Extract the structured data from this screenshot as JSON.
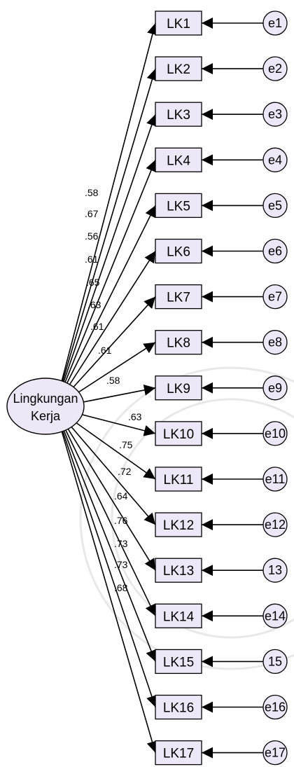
{
  "latent": {
    "line1": "Lingkungan",
    "line2": "Kerja"
  },
  "indicators": [
    {
      "name": "LK1",
      "error": "e1",
      "loading": ".58"
    },
    {
      "name": "LK2",
      "error": "e2",
      "loading": ".67"
    },
    {
      "name": "LK3",
      "error": "e3",
      "loading": ".56"
    },
    {
      "name": "LK4",
      "error": "e4",
      "loading": ".61"
    },
    {
      "name": "LK5",
      "error": "e5",
      "loading": ".65"
    },
    {
      "name": "LK6",
      "error": "e6",
      "loading": ".63"
    },
    {
      "name": "LK7",
      "error": "e7",
      "loading": ".61"
    },
    {
      "name": "LK8",
      "error": "e8",
      "loading": ".61"
    },
    {
      "name": "LK9",
      "error": "e9",
      "loading": ".58"
    },
    {
      "name": "LK10",
      "error": "e10",
      "loading": ".63"
    },
    {
      "name": "LK11",
      "error": "e11",
      "loading": ".75"
    },
    {
      "name": "LK12",
      "error": "e12",
      "loading": ".72"
    },
    {
      "name": "LK13",
      "error": "13",
      "loading": ".64"
    },
    {
      "name": "LK14",
      "error": "e14",
      "loading": ".76"
    },
    {
      "name": "LK15",
      "error": "15",
      "loading": ".73"
    },
    {
      "name": "LK16",
      "error": "e16",
      "loading": ".73"
    },
    {
      "name": "LK17",
      "error": "e17",
      "loading": ".68"
    }
  ],
  "colors": {
    "fill": "#ece8f7",
    "stroke": "#000000"
  }
}
